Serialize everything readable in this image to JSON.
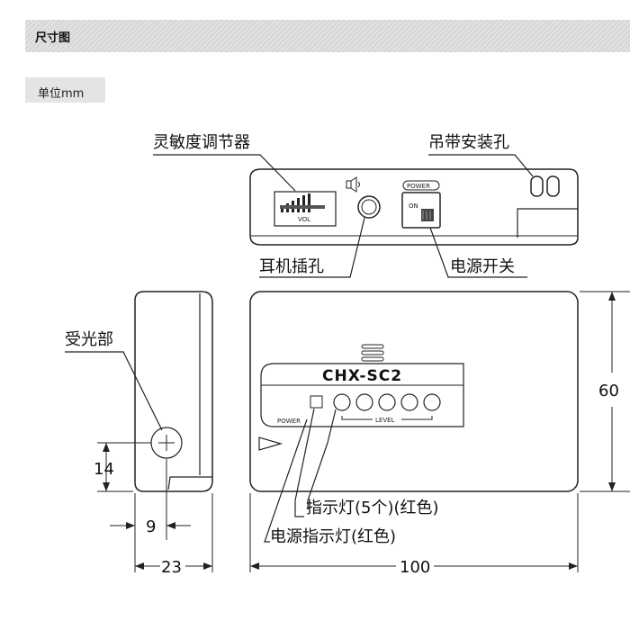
{
  "section": {
    "title": "尺寸图"
  },
  "unit": {
    "label": "单位mm"
  },
  "labels": {
    "sensitivity_adjuster": "灵敏度调节器",
    "strap_hole": "吊带安装孔",
    "earphone_jack": "耳机插孔",
    "power_switch": "电源开关",
    "light_receiver": "受光部",
    "indicator_lamps": "指示灯(5个)(红色)",
    "power_indicator": "电源指示灯(红色)"
  },
  "device": {
    "model": "CHX-SC2",
    "vol_text": "VOL",
    "power_text": "POWER",
    "on_text": "ON",
    "level_text": "LEVEL",
    "power_small_text": "POWER"
  },
  "dimensions": {
    "height": "60",
    "width": "100",
    "depth": "23",
    "receiver_offset_x": "9",
    "receiver_offset_y": "14"
  }
}
